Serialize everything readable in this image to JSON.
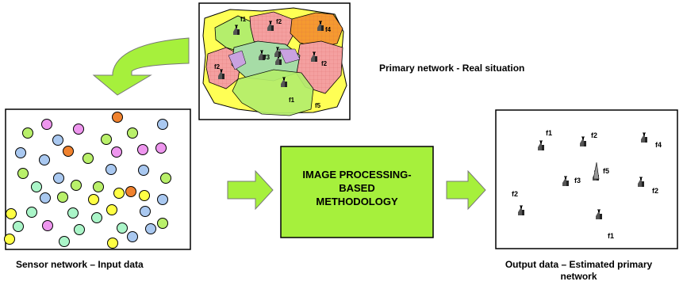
{
  "primary_network": {
    "caption": "Primary network - Real situation",
    "tx_labels": [
      "f1",
      "f2",
      "f4",
      "f3",
      "f2",
      "f2",
      "f1",
      "f5"
    ]
  },
  "sensor_network": {
    "caption": "Sensor network – Input data",
    "colors": {
      "green": "#b9f06a",
      "pink": "#ee96ee",
      "blue": "#a9c8f0",
      "orange": "#f0822e",
      "yellow": "#ffff44",
      "mint": "#aaf5c8"
    },
    "sensors": [
      "pink",
      "orange",
      "green",
      "pink",
      "blue",
      "green",
      "blue",
      "green",
      "pink",
      "orange",
      "blue",
      "green",
      "blue",
      "pink",
      "pink",
      "blue",
      "blue",
      "green",
      "blue",
      "green",
      "mint",
      "green",
      "green",
      "blue",
      "orange",
      "yellow",
      "yellow",
      "blue",
      "mint",
      "yellow",
      "green",
      "mint",
      "yellow",
      "blue",
      "yellow",
      "mint",
      "pink",
      "mint",
      "mint",
      "mint",
      "yellow",
      "mint",
      "yellow",
      "blue",
      "blue",
      "green"
    ]
  },
  "process_box": {
    "line1": "IMAGE PROCESSING-",
    "line2": "BASED",
    "line3": "METHODOLOGY",
    "color": "#a6f03c"
  },
  "output_network": {
    "caption_line1": "Output data – Estimated primary",
    "caption_line2": "network",
    "tx_labels": [
      "f1",
      "f2",
      "f4",
      "f5",
      "f3",
      "f2",
      "f2",
      "f1"
    ]
  },
  "arrow_color": "#a6f03c"
}
